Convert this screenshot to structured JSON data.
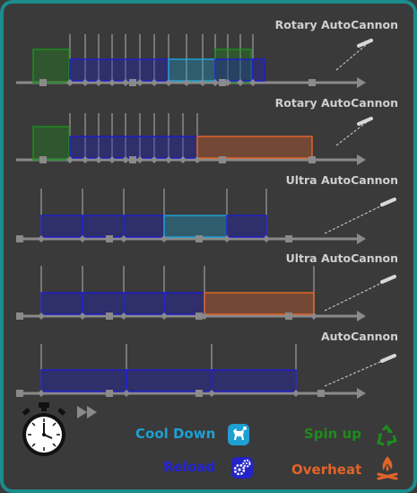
{
  "colors": {
    "frame": "#1c8c8c",
    "background": "#3a3a3a",
    "axis": "#8a8a8a",
    "cooldown": "#1ea0d2",
    "reload": "#1e1ec8",
    "spinup": "#1e8c1e",
    "overheat": "#e0642a"
  },
  "rows": [
    {
      "title": "Rotary AutoCannon"
    },
    {
      "title": "Rotary AutoCannon"
    },
    {
      "title": "Ultra AutoCannon"
    },
    {
      "title": "Ultra AutoCannon"
    },
    {
      "title": "AutoCannon"
    }
  ],
  "legend": {
    "cooldown_label": "Cool Down",
    "reload_label": "Reload",
    "spinup_label": "Spin up",
    "overheat_label": "Overheat",
    "cooldown_icon": "cooldown-icon",
    "reload_icon": "reload-icon",
    "spinup_icon": "recycle-icon",
    "overheat_icon": "campfire-icon",
    "timer_icon": "stopwatch-icon",
    "speed_icon": "fast-forward-icon"
  }
}
